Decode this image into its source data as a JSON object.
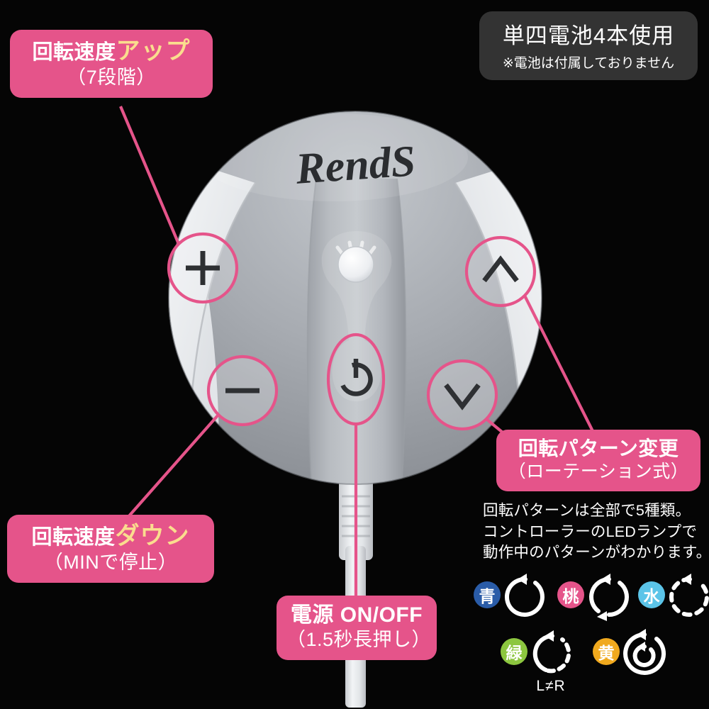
{
  "background_color": "#050505",
  "accent_pink": "#e5548a",
  "accent_yellow": "#fadd8e",
  "badge": {
    "name": "battery-badge",
    "line1": "単四電池4本使用",
    "line2": "※電池は付属しておりません",
    "background_color": "#333333"
  },
  "callouts": [
    {
      "id": "speed-up",
      "line1_prefix": "回転速度",
      "line1_highlight": "アップ",
      "line2": "（7段階）"
    },
    {
      "id": "speed-down",
      "line1_prefix": "回転速度",
      "line1_highlight": "ダウン",
      "line2": "（MINで停止）"
    },
    {
      "id": "power",
      "line1_prefix": "電源 ON/OFF",
      "line1_highlight": "",
      "line2": "（1.5秒長押し）"
    },
    {
      "id": "pattern-change",
      "line1_prefix": "回転パターン変更",
      "line1_highlight": "",
      "line2": "（ローテーション式）"
    }
  ],
  "device": {
    "brand_logo": "RendS",
    "buttons": {
      "plus": "+",
      "minus": "−",
      "chevron_up": "∧",
      "chevron_down": "∨",
      "power_symbol": "⏻"
    },
    "shell_gray": "#a9adb2",
    "shell_white": "#eceef0"
  },
  "pattern_note": {
    "line1": "回転パターンは全部で5種類。",
    "line2": "コントローラーのLEDランプで",
    "line3": "動作中のパターンがわかります。"
  },
  "pattern_legend": [
    {
      "id": "ao",
      "label": "青",
      "color": "#2a5ca8",
      "caption": "",
      "style": "solid-single"
    },
    {
      "id": "momo",
      "label": "桃",
      "color": "#e5548a",
      "caption": "",
      "style": "solid-double"
    },
    {
      "id": "mizu",
      "label": "水",
      "color": "#5bc4e8",
      "caption": "",
      "style": "dashed-single"
    },
    {
      "id": "midori",
      "label": "緑",
      "color": "#8cc63f",
      "caption": "L≠R",
      "style": "half-dashed"
    },
    {
      "id": "ki",
      "label": "黄",
      "color": "#f0a91e",
      "caption": "",
      "style": "double-ring"
    }
  ]
}
